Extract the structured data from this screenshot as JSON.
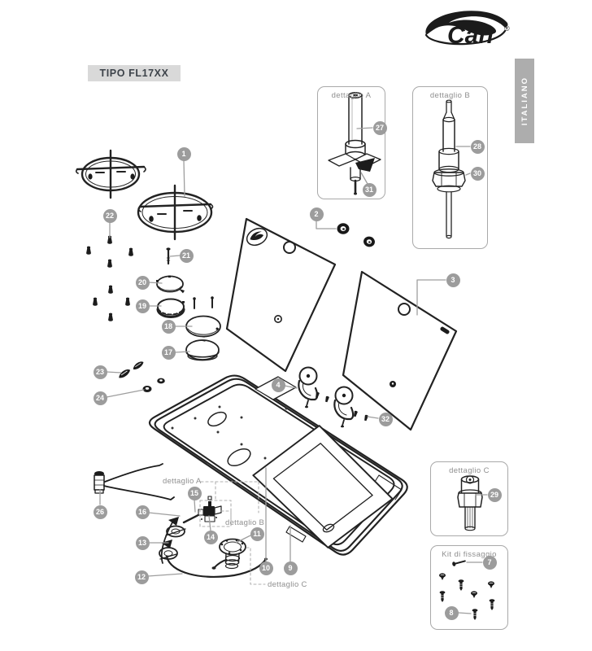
{
  "logo": {
    "brand": "Can",
    "registered": "®"
  },
  "tab": {
    "label": "ITALIANO"
  },
  "model": {
    "label": "TIPO FL17XX"
  },
  "detail_boxes": {
    "a": {
      "title": "dettaglio A"
    },
    "b": {
      "title": "dettaglio B"
    },
    "c": {
      "title": "dettaglio C"
    },
    "kit": {
      "title": "Kit di fissaggio"
    }
  },
  "inline_labels": {
    "detail_a": "dettaglio A",
    "detail_b": "dettaglio B",
    "detail_c": "dettaglio C"
  },
  "callouts": {
    "c1": "1",
    "c2": "2",
    "c3": "3",
    "c4": "4",
    "c7": "7",
    "c8": "8",
    "c9": "9",
    "c10": "10",
    "c11": "11",
    "c12": "12",
    "c13": "13",
    "c14": "14",
    "c15": "15",
    "c16": "16",
    "c17": "17",
    "c18": "18",
    "c19": "19",
    "c20": "20",
    "c21": "21",
    "c22": "22",
    "c23": "23",
    "c24": "24",
    "c26": "26",
    "c27": "27",
    "c28": "28",
    "c29": "29",
    "c30": "30",
    "c31": "31",
    "c32": "32"
  },
  "colors": {
    "ink": "#222222",
    "callout_bg": "#9c9c9c",
    "leader_line": "#9e9e9e",
    "label_gray": "#8f8f8f",
    "tab_bg": "#adadad",
    "model_bg": "#d9d9d9"
  }
}
